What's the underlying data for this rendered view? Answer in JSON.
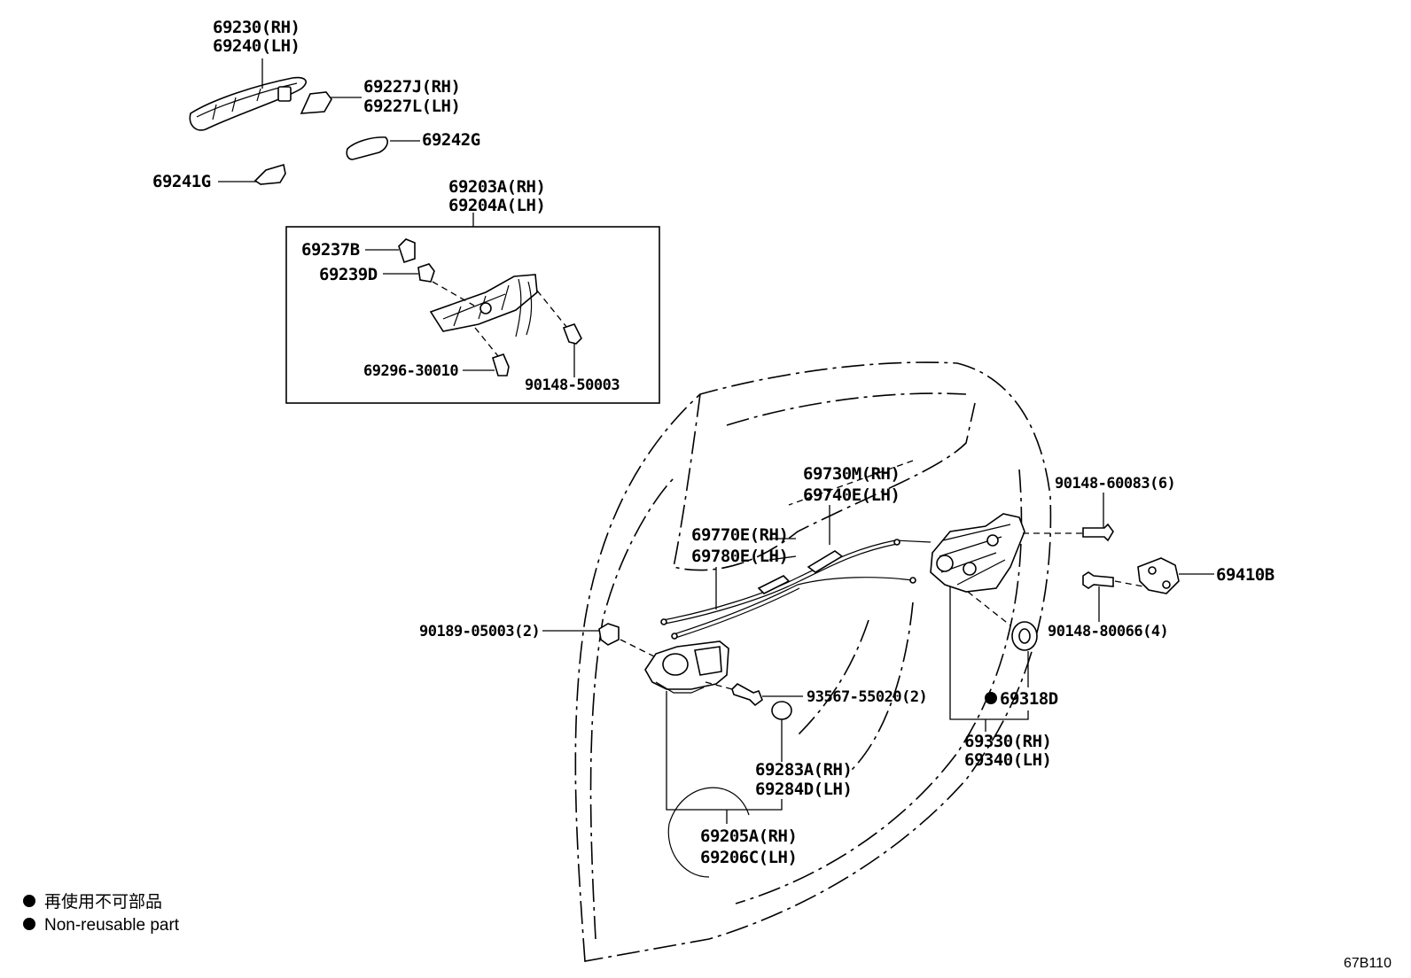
{
  "labels": {
    "l_69230": "69230(RH)",
    "l_69240": "69240(LH)",
    "l_69227J": "69227J(RH)",
    "l_69227L": "69227L(LH)",
    "l_69242G": "69242G",
    "l_69241G": "69241G",
    "l_69203A": "69203A(RH)",
    "l_69204A": "69204A(LH)",
    "l_69237B": "69237B",
    "l_69239D": "69239D",
    "l_69296": "69296-30010",
    "l_90148_50003": "90148-50003",
    "l_69730M": "69730M(RH)",
    "l_69740E": "69740E(LH)",
    "l_69770E": "69770E(RH)",
    "l_69780E": "69780E(LH)",
    "l_90148_60083": "90148-60083(6)",
    "l_69410B": "69410B",
    "l_90148_80066": "90148-80066(4)",
    "l_90189": "90189-05003(2)",
    "l_93567": "93567-55020(2)",
    "l_69318D": "69318D",
    "l_69330": "69330(RH)",
    "l_69340": "69340(LH)",
    "l_69283A": "69283A(RH)",
    "l_69284D": "69284D(LH)",
    "l_69205A": "69205A(RH)",
    "l_69206C": "69206C(LH)"
  },
  "legend": {
    "jp": "再使用不可部品",
    "en": "Non-reusable part"
  },
  "diagram_code": "67B110"
}
